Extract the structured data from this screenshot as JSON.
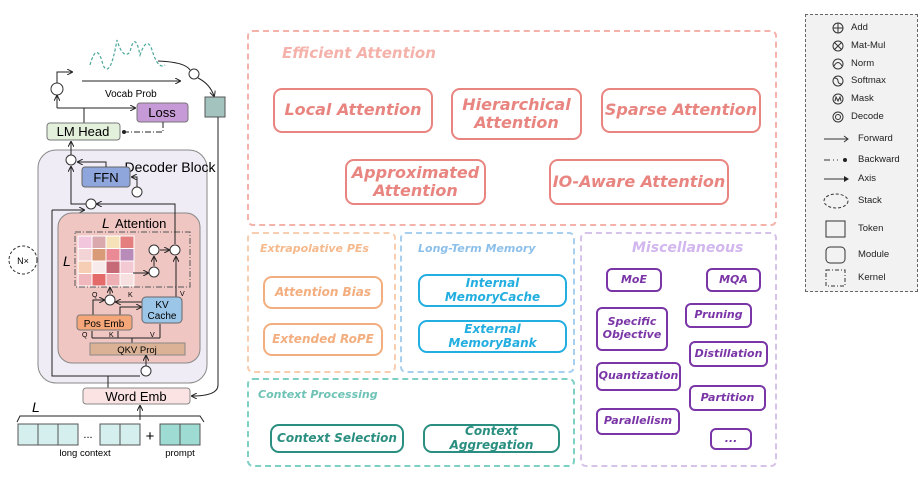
{
  "model": {
    "vocab_prob": "Vocab Prob",
    "loss": "Loss",
    "lm_head": "LM Head",
    "decoder_block": "Decoder Block",
    "ffn": "FFN",
    "attention_label": "L",
    "attention": "Attention",
    "matrix_axis": "L",
    "pos_emb": "Pos Emb",
    "kv_cache_1": "KV",
    "kv_cache_2": "Cache",
    "qkv_proj": "QKV Proj",
    "q": "Q",
    "k": "K",
    "v": "V",
    "stack": "N×",
    "word_emb": "Word Emb",
    "length_label": "L",
    "ellipsis": "...",
    "plus": "+",
    "long_context": "long context",
    "prompt": "prompt"
  },
  "efficient_attention": {
    "title": "Efficient Attention",
    "items": [
      "Local Attention",
      "Hierarchical Attention",
      "Sparse Attention",
      "Approximated Attention",
      "IO-Aware Attention"
    ]
  },
  "extrapolative_pes": {
    "title": "Extrapolative PEs",
    "items": [
      "Attention Bias",
      "Extended RoPE"
    ]
  },
  "long_term_memory": {
    "title": "Long-Term Memory",
    "items": [
      "Internal MemoryCache",
      "External MemoryBank"
    ]
  },
  "context_processing": {
    "title": "Context Processing",
    "items": [
      "Context Selection",
      "Context Aggregation"
    ]
  },
  "miscellaneous": {
    "title": "Miscellaneous",
    "items": [
      "MoE",
      "MQA",
      "Specific Objective",
      "Pruning",
      "Distillation",
      "Quantization",
      "Partition",
      "Parallelism",
      "..."
    ]
  },
  "legend": [
    "Add",
    "Mat-Mul",
    "Norm",
    "Softmax",
    "Mask",
    "Decode",
    "Forward",
    "Backward",
    "Axis",
    "Stack",
    "Token",
    "Module",
    "Kernel"
  ],
  "colors": {
    "efficient": "#e98580",
    "pe": "#f3ae80",
    "memory": "#22aee0",
    "context": "#2a8f80",
    "misc": "#7a35a6"
  }
}
